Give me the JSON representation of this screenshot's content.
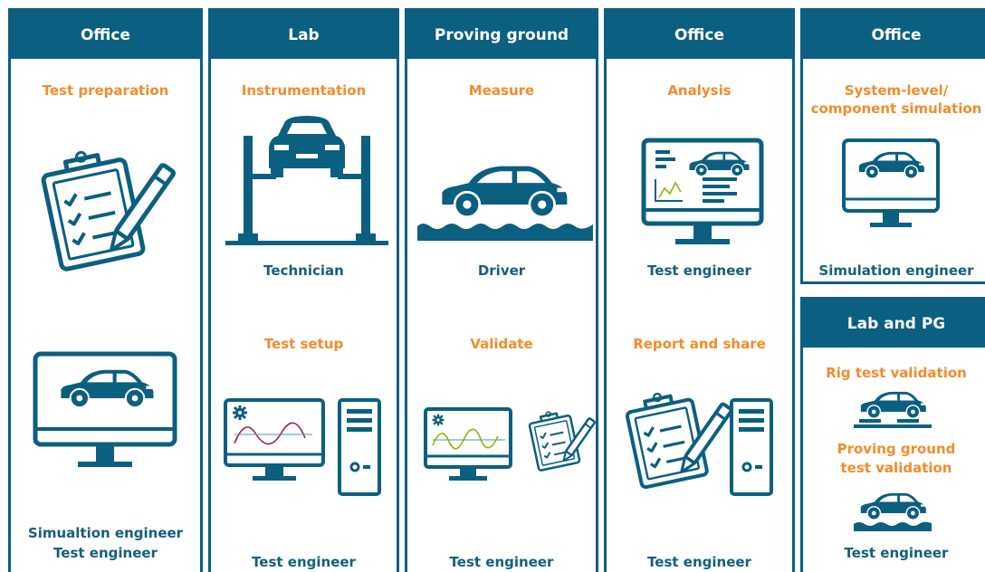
{
  "colors": {
    "primary": "#0b5f80",
    "accent": "#f28c2a"
  },
  "col1": {
    "header": "Office",
    "task": "Test preparation",
    "role_line1": "Simualtion engineer",
    "role_line2": "Test engineer"
  },
  "col2": {
    "header": "Lab",
    "task1": "Instrumentation",
    "role1": "Technician",
    "task2": "Test setup",
    "role2": "Test engineer"
  },
  "col3": {
    "header": "Proving ground",
    "task1": "Measure",
    "role1": "Driver",
    "task2": "Validate",
    "role2": "Test engineer"
  },
  "col4": {
    "header": "Office",
    "task1": "Analysis",
    "role1": "Test engineer",
    "task2": "Report and share",
    "role2": "Test engineer"
  },
  "col5top": {
    "header": "Office",
    "task_line1": "System-level/",
    "task_line2": "component simulation",
    "role": "Simulation engineer"
  },
  "col5bot": {
    "header": "Lab and PG",
    "task1": "Rig test validation",
    "task2_line1": "Proving ground",
    "task2_line2": "test validation",
    "role": "Test engineer"
  },
  "icons": [
    "clipboard-icon",
    "monitor-car-icon",
    "car-lift-icon",
    "monitor-chart-icon",
    "pc-tower-icon",
    "car-road-icon",
    "monitor-analysis-icon",
    "car-rig-icon"
  ]
}
